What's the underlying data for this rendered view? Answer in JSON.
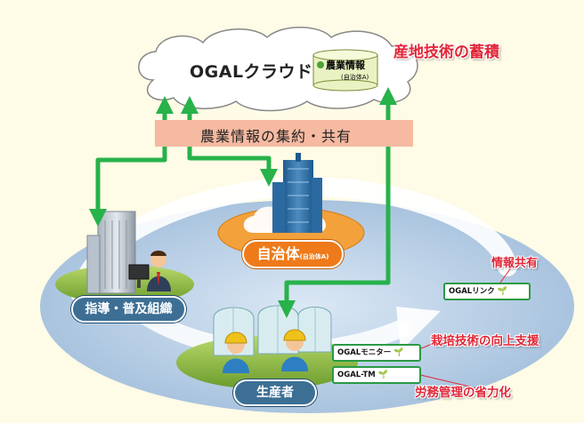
{
  "cloud": {
    "title": "OGALクラウド",
    "db_label": "農業情報",
    "db_sublabel": "(自治体A)"
  },
  "headlines": {
    "accumulation": "産地技術の蓄積",
    "info_share": "情報共有",
    "cultivation_support": "栽培技術の向上支援",
    "labor_saving": "労務管理の省力化"
  },
  "banner": {
    "text": "農業情報の集約・共有"
  },
  "actors": {
    "municipality": {
      "label": "自治体",
      "sub": "(自治体A)"
    },
    "guidance": {
      "label": "指導・普及組織"
    },
    "producer": {
      "label": "生産者"
    }
  },
  "tags": {
    "link": "OGALリンク",
    "monitor": "OGALモニター",
    "tm": "OGAL-TM"
  },
  "colors": {
    "background": "#fefbe6",
    "arrow_green": "#27b24a",
    "headline_red": "#e12637",
    "banner": "#f6b9a1",
    "municipality_orange": "#ee7a1a",
    "label_blue": "#3d6f95",
    "ellipse_blue": "#b7cde4"
  }
}
